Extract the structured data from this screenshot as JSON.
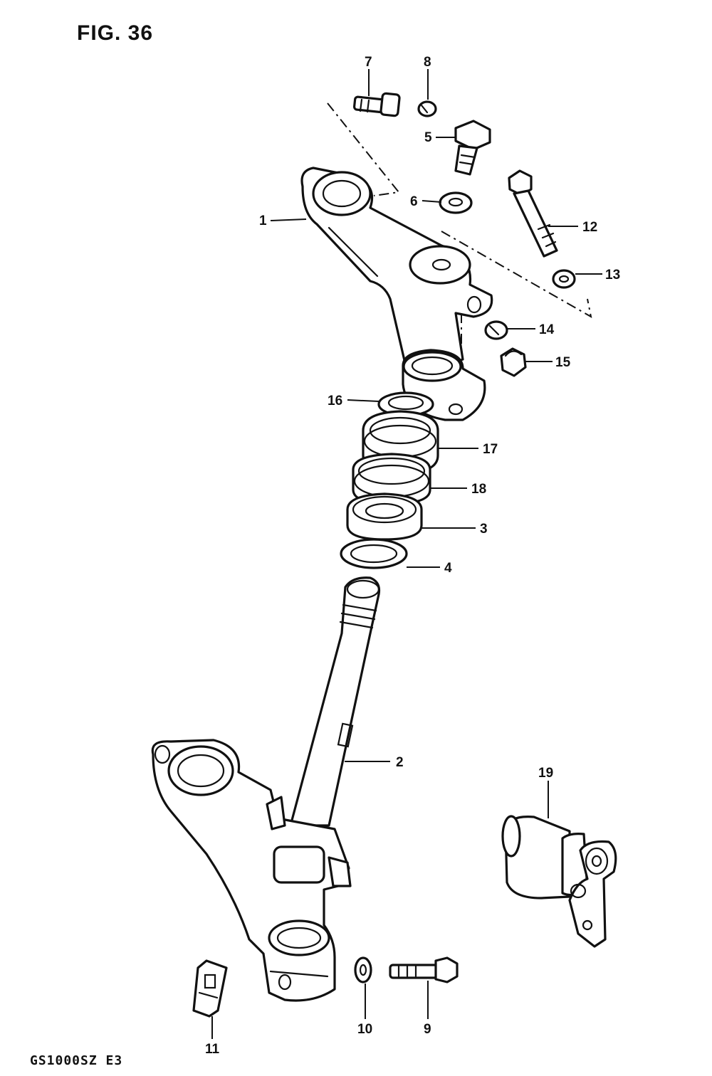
{
  "figure": {
    "title": "FIG. 36",
    "model_code": "GS1000SZ E3"
  },
  "callouts": [
    {
      "id": "1",
      "label": "1"
    },
    {
      "id": "2",
      "label": "2"
    },
    {
      "id": "3",
      "label": "3"
    },
    {
      "id": "4",
      "label": "4"
    },
    {
      "id": "5",
      "label": "5"
    },
    {
      "id": "6",
      "label": "6"
    },
    {
      "id": "7",
      "label": "7"
    },
    {
      "id": "8",
      "label": "8"
    },
    {
      "id": "9",
      "label": "9"
    },
    {
      "id": "10",
      "label": "10"
    },
    {
      "id": "11",
      "label": "11"
    },
    {
      "id": "12",
      "label": "12"
    },
    {
      "id": "13",
      "label": "13"
    },
    {
      "id": "14",
      "label": "14"
    },
    {
      "id": "15",
      "label": "15"
    },
    {
      "id": "16",
      "label": "16"
    },
    {
      "id": "17",
      "label": "17"
    },
    {
      "id": "18",
      "label": "18"
    },
    {
      "id": "19",
      "label": "19"
    }
  ]
}
